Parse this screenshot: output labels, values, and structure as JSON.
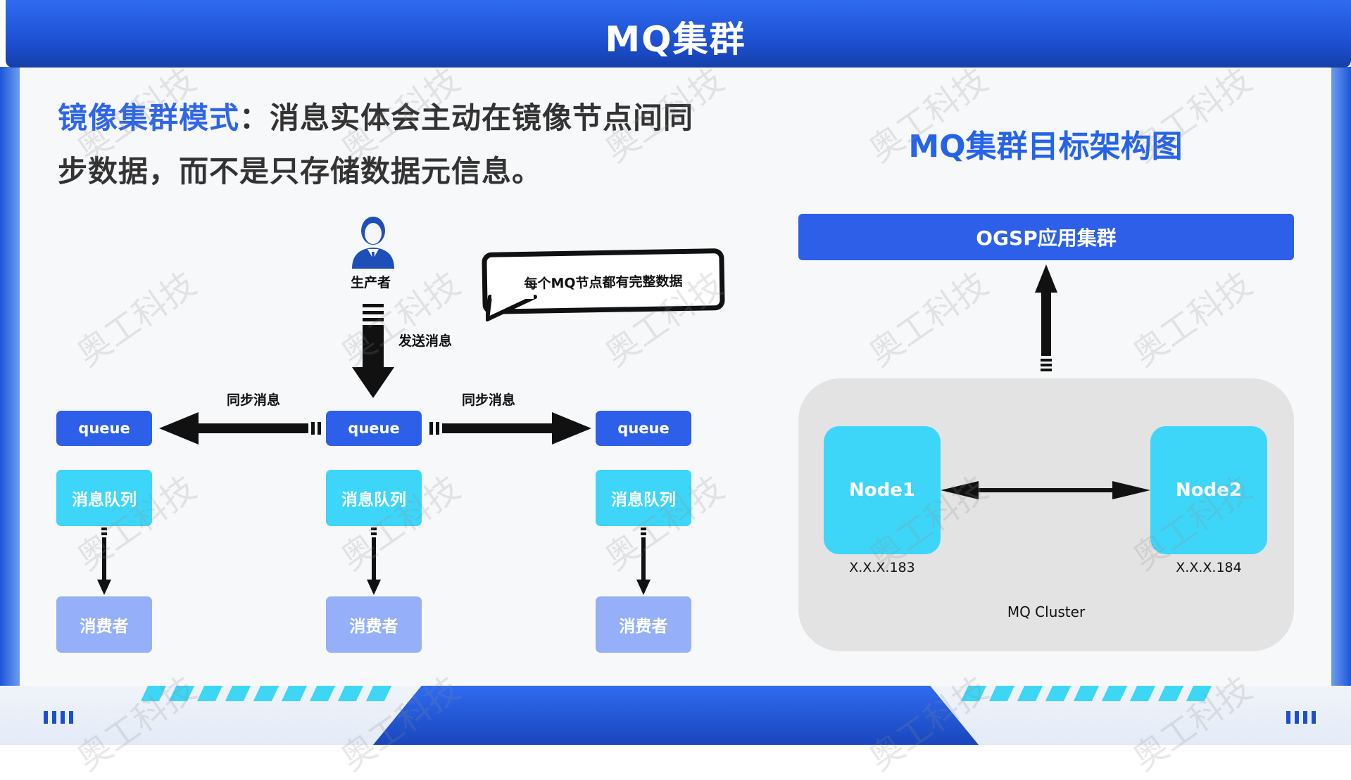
{
  "header": {
    "title": "MQ集群"
  },
  "headline": {
    "highlight": "镜像集群模式",
    "line1_rest": "：消息实体会主动在镜像节点间同",
    "line2": "步数据，而不是只存储数据元信息。"
  },
  "left_diagram": {
    "producer_label": "生产者",
    "speech_text": "每个MQ节点都有完整数据",
    "send_label": "发送消息",
    "sync_left_label": "同步消息",
    "sync_right_label": "同步消息",
    "queue_label": "queue",
    "mq_label": "消息队列",
    "consumer_label": "消费者"
  },
  "right_diagram": {
    "title": "MQ集群目标架构图",
    "app_cluster": "OGSP应用集群",
    "node1": "Node1",
    "node2": "Node2",
    "node1_ip": "X.X.X.183",
    "node2_ip": "X.X.X.184",
    "cluster_label": "MQ Cluster"
  },
  "watermark": "奥工科技",
  "colors": {
    "header": "#1c4fd0",
    "queue": "#2d5fe8",
    "mq": "#3ed6f8",
    "consumer": "#95b0f8",
    "highlight": "#2f66e8"
  }
}
